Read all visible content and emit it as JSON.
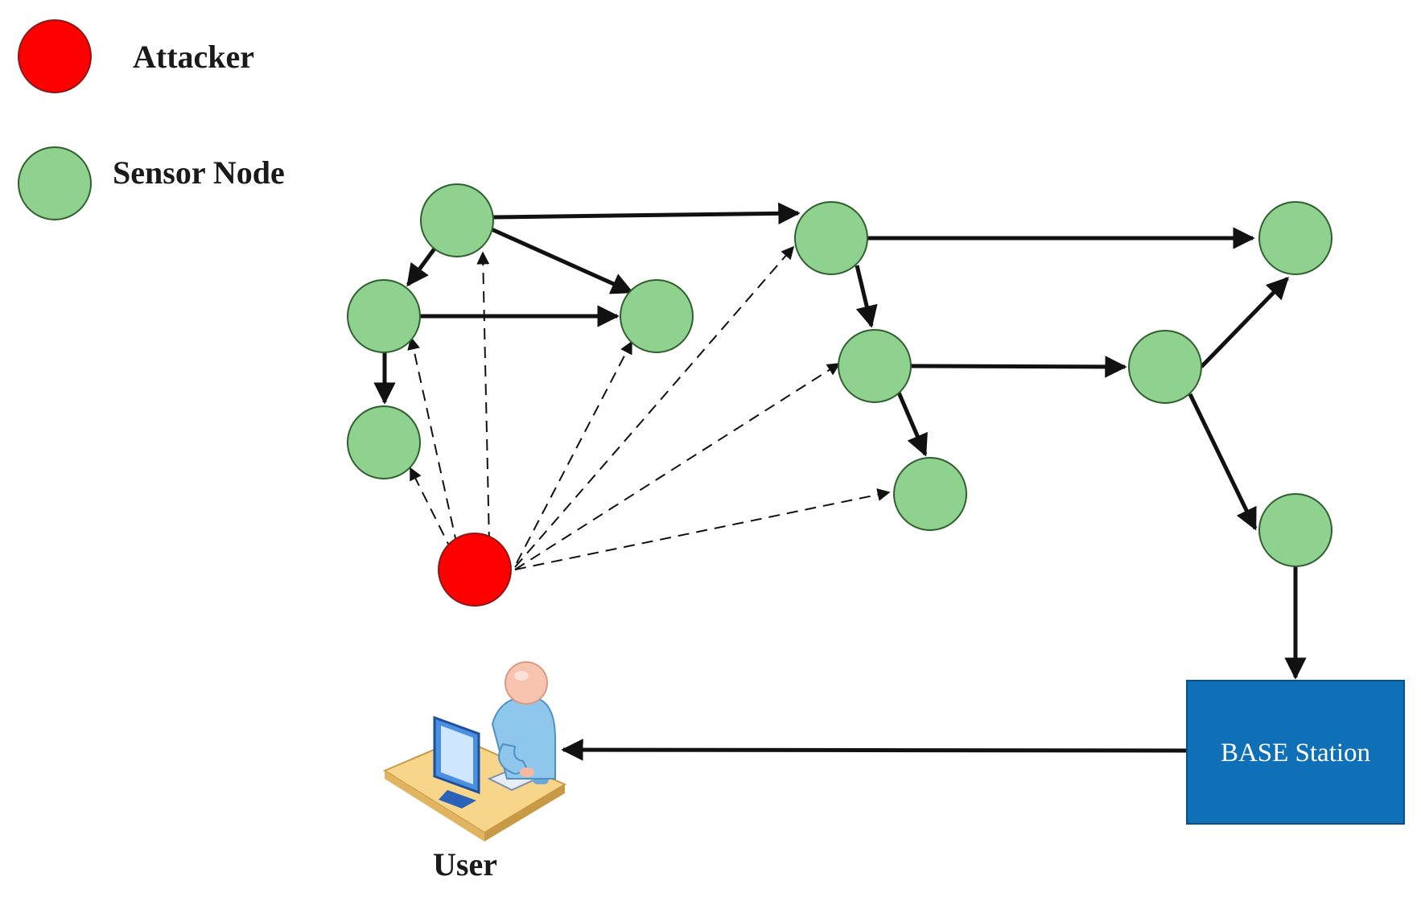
{
  "legend": {
    "attacker_label": "Attacker",
    "sensor_label": "Sensor Node"
  },
  "base_station": {
    "label": "BASE Station"
  },
  "user": {
    "label": "User",
    "icon": "user-at-computer-icon"
  },
  "colors": {
    "attacker": "#ff0000",
    "sensor": "#8fd18f",
    "base_station": "#0f70b8",
    "edge": "#111111"
  }
}
